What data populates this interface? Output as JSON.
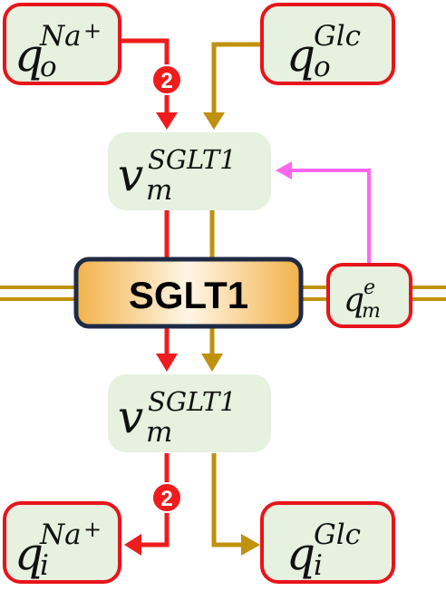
{
  "colors": {
    "node_fill": "#e6f1df",
    "node_border": "#e8141b",
    "rate_fill": "#e6f1df",
    "sodium": "#ee1c1c",
    "glucose": "#c0910d",
    "electro": "#ff66ee",
    "membrane": "#c0910d",
    "transporter_border": "#1f2a44",
    "transporter_fill_edge": "#f2b24a",
    "transporter_fill_center": "#fff6e6"
  },
  "transporter": {
    "label": "SGLT1"
  },
  "nodes": {
    "q_o_na": {
      "base": "q",
      "sub": "o",
      "sup": "Na",
      "sup_extra": "+"
    },
    "q_o_glc": {
      "base": "q",
      "sub": "o",
      "sup": "Glc"
    },
    "v_top": {
      "base": "v",
      "sub": "m",
      "sup": "SGLT1"
    },
    "q_m_e": {
      "base": "q",
      "sub": "m",
      "sup": "e"
    },
    "v_bottom": {
      "base": "v",
      "sub": "m",
      "sup": "SGLT1"
    },
    "q_i_na": {
      "base": "q",
      "sub": "i",
      "sup": "Na",
      "sup_extra": "+"
    },
    "q_i_glc": {
      "base": "q",
      "sub": "i",
      "sup": "Glc"
    }
  },
  "stoichiometry": {
    "top": "2",
    "bottom": "2"
  }
}
